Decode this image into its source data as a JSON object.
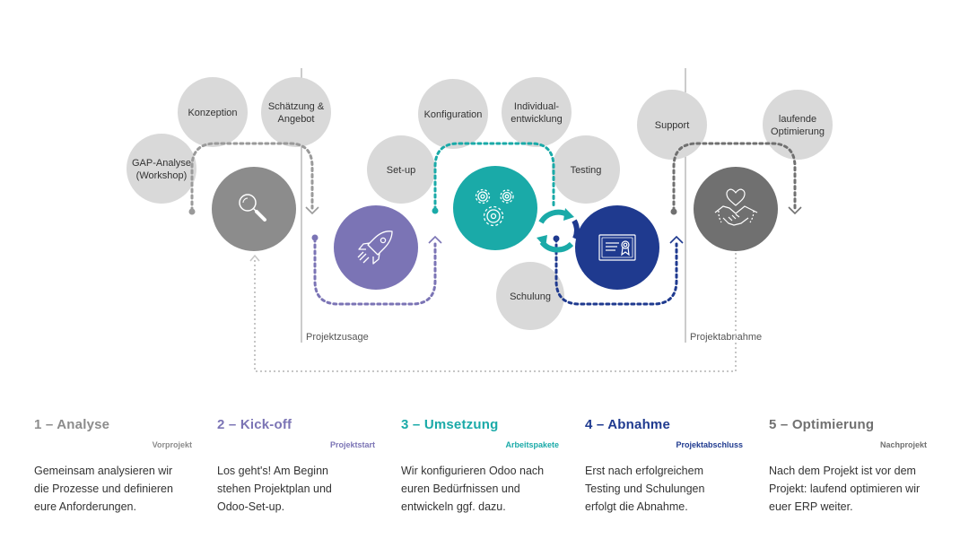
{
  "colors": {
    "analyse": "#8c8c8c",
    "kickoff": "#7b74b5",
    "umsetzung": "#1aaaa8",
    "abnahme": "#1f3a8f",
    "optimierung": "#707070",
    "bubble": "#d9d9d9",
    "text": "#333333"
  },
  "bubbles": {
    "gap_analyse": "GAP-Analyse\n(Workshop)",
    "konzeption": "Konzeption",
    "schaetzung": "Schätzung &\nAngebot",
    "setup": "Set-up",
    "konfiguration": "Konfiguration",
    "individualentwicklung": "Individual-\nentwicklung",
    "testing": "Testing",
    "schulung": "Schulung",
    "support": "Support",
    "laufende_optimierung": "laufende\nOptimierung"
  },
  "milestones": {
    "projektzusage": "Projektzusage",
    "projektabnahme": "Projektabnahme"
  },
  "icons": {
    "analyse": "magnifier-icon",
    "kickoff": "rocket-icon",
    "umsetzung": "gears-icon",
    "cycle": "cycle-arrows-icon",
    "abnahme": "certificate-icon",
    "optimierung": "heart-handshake-icon"
  },
  "phases": [
    {
      "key": "analyse",
      "title": "1 – Analyse",
      "subtitle": "Vorprojekt",
      "text": "Gemeinsam analysieren wir die Prozesse und definieren eure Anforderungen."
    },
    {
      "key": "kickoff",
      "title": "2 – Kick-off",
      "subtitle": "Projektstart",
      "text": "Los geht's! Am Beginn stehen Projektplan und Odoo-Set-up."
    },
    {
      "key": "umsetzung",
      "title": "3 – Umsetzung",
      "subtitle": "Arbeitspakete",
      "text": "Wir konfigurieren Odoo nach euren Bedürfnissen und entwickeln ggf. dazu."
    },
    {
      "key": "abnahme",
      "title": "4 – Abnahme",
      "subtitle": "Projektabschluss",
      "text": "Erst nach erfolgreichem Testing und Schulungen erfolgt die Abnahme."
    },
    {
      "key": "optimierung",
      "title": "5 – Optimierung",
      "subtitle": "Nachprojekt",
      "text": "Nach dem Projekt ist vor dem Projekt: laufend optimieren wir euer ERP weiter."
    }
  ]
}
